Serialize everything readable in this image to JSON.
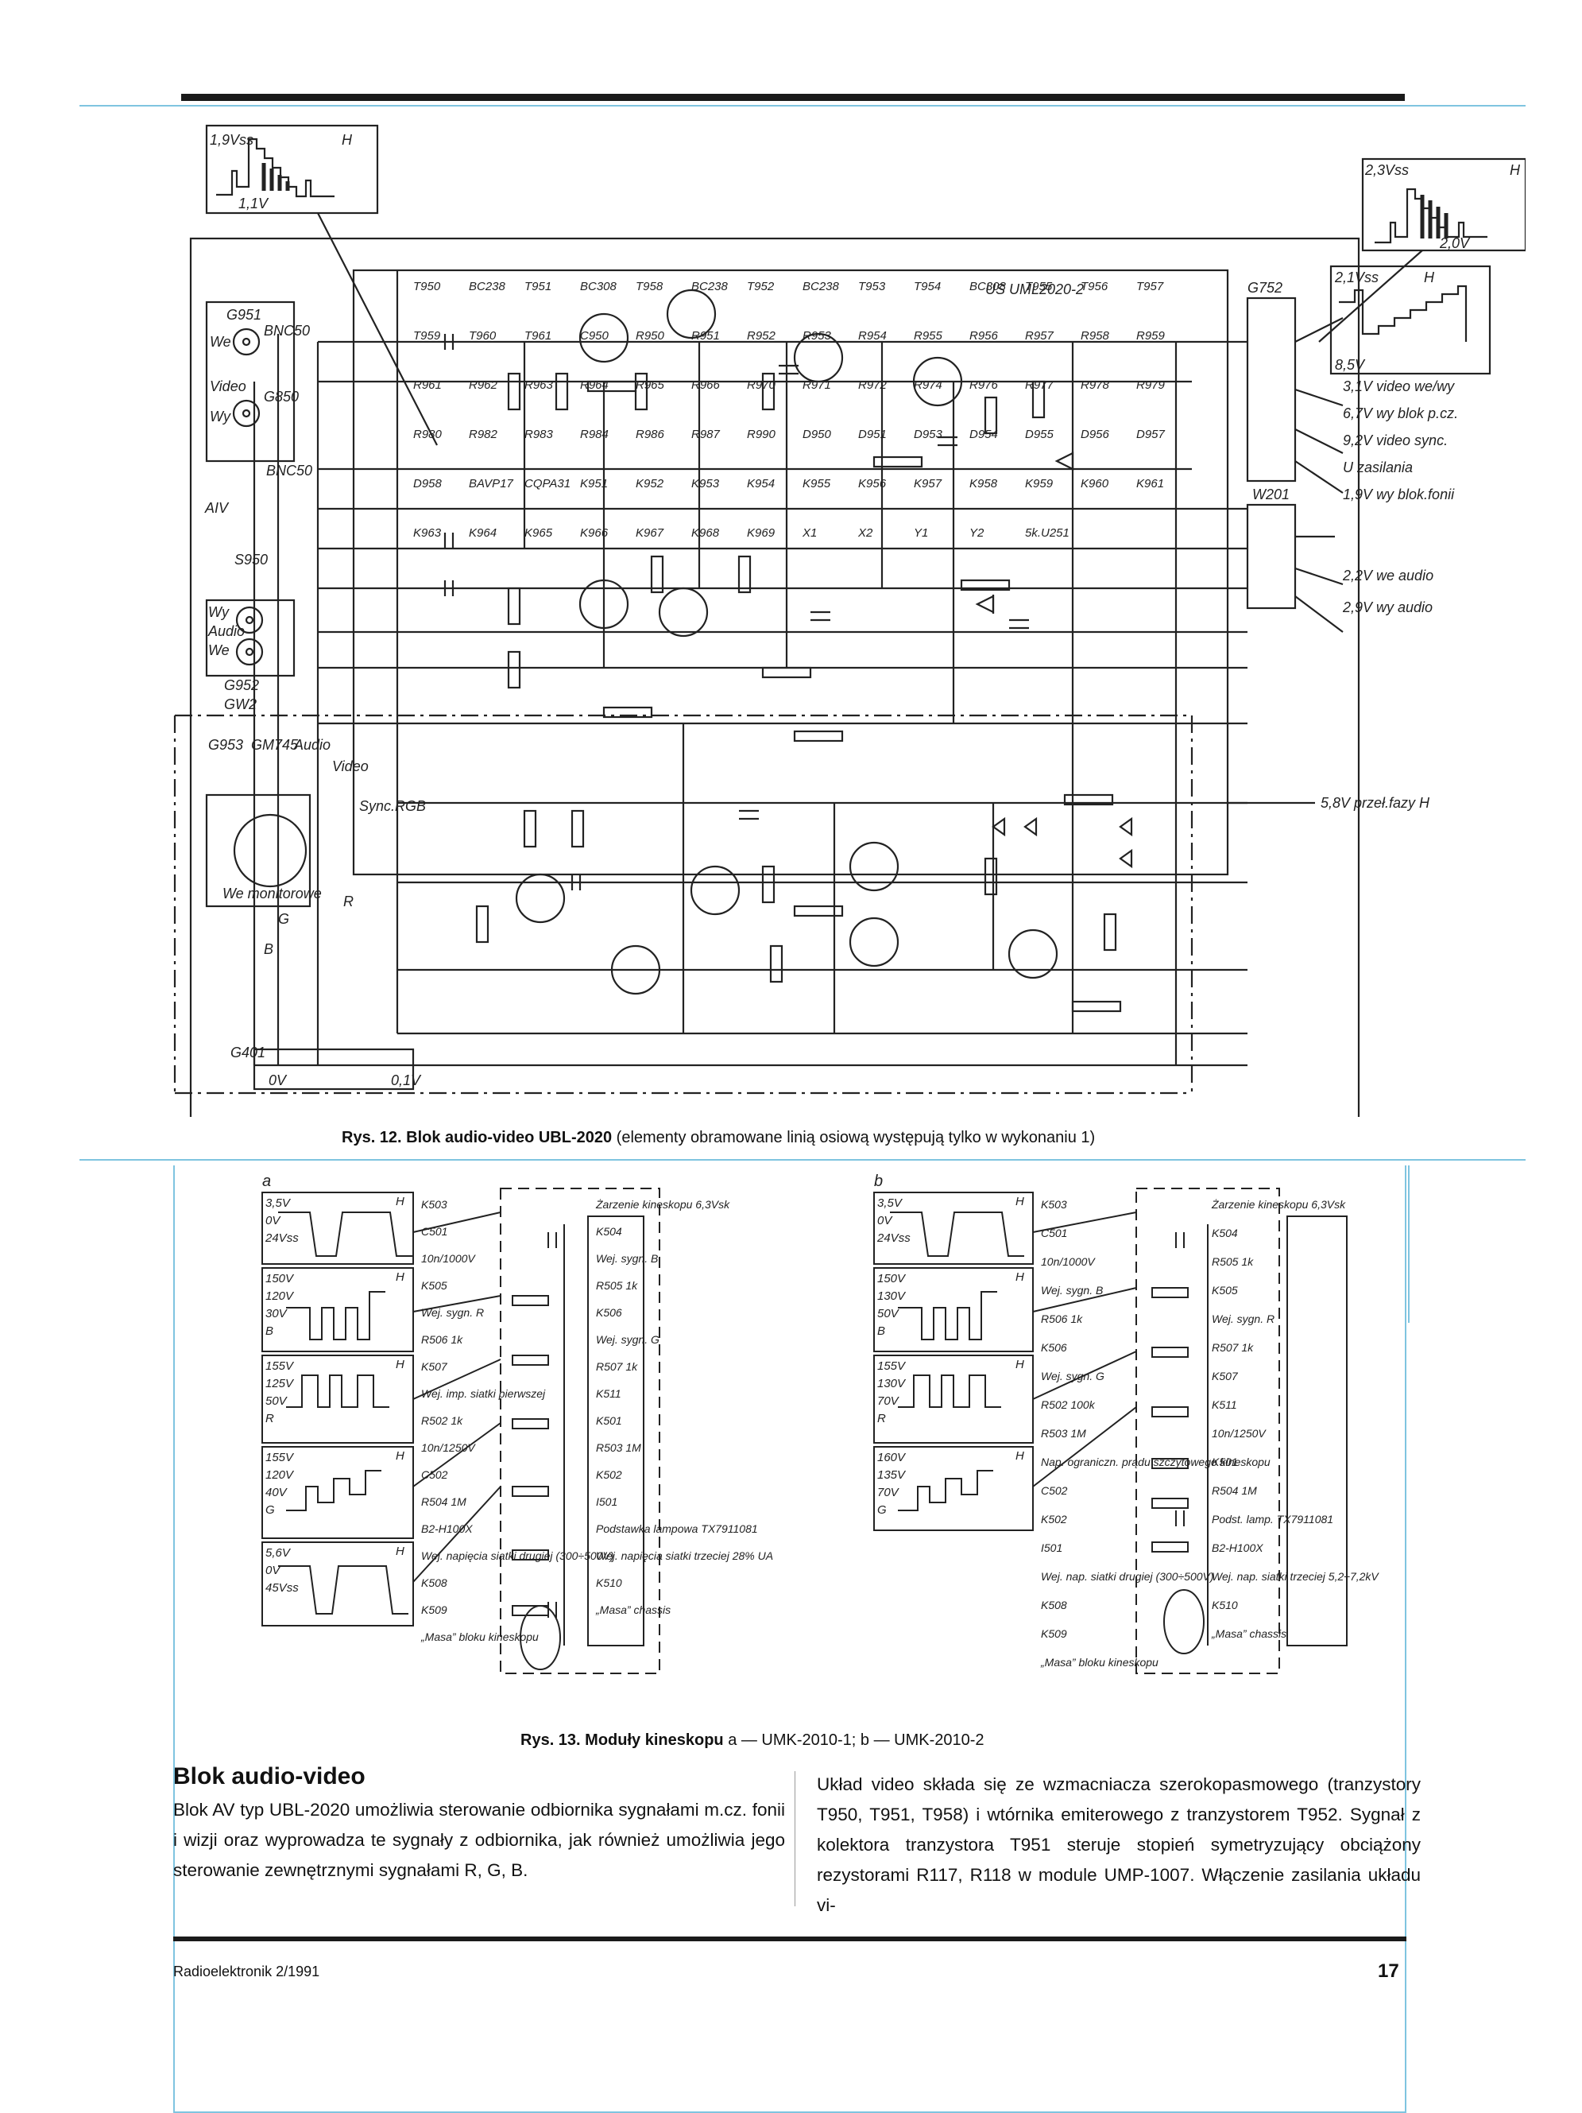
{
  "figures": {
    "fig12": {
      "module_label": "US UML2020-2",
      "waveforms": [
        {
          "labels": [
            "1,9Vss",
            "H",
            "1,1V"
          ]
        },
        {
          "labels": [
            "2,3Vss",
            "H",
            "2,0V"
          ]
        },
        {
          "labels": [
            "2,1Vss",
            "H",
            "8,5V"
          ]
        }
      ],
      "connector_labels": [
        "G951",
        "We",
        "BNC50",
        "Video",
        "G850",
        "Wy",
        "BNC50",
        "AIV",
        "S950",
        "Wy",
        "Audio",
        "We",
        "G952",
        "GW2",
        "G953",
        "GM745",
        "Audio",
        "Video",
        "Sync.RGB",
        "We monitorowe",
        "G",
        "R",
        "B",
        "G401",
        "0V",
        "0,1V",
        "G752",
        "W201"
      ],
      "output_labels": [
        "3,1V video we/wy",
        "6,7V wy blok p.cz.",
        "9,2V video sync.",
        "U zasilania",
        "1,9V wy blok.fonii",
        "2,2V we audio",
        "2,9V wy audio",
        "5,8V przeł.fazy H"
      ],
      "component_labels": [
        "T950",
        "BC238",
        "T951",
        "BC308",
        "T958",
        "BC238",
        "T952",
        "BC238",
        "T953",
        "T954",
        "BC308",
        "T955",
        "T956",
        "T957",
        "T959",
        "T960",
        "T961",
        "C950",
        "R950",
        "R951",
        "R952",
        "R953",
        "R954",
        "R955",
        "R956",
        "R957",
        "R958",
        "R959",
        "R961",
        "R962",
        "R963",
        "R964",
        "R965",
        "R966",
        "R970",
        "R971",
        "R972",
        "R974",
        "R976",
        "R977",
        "R978",
        "R979",
        "R980",
        "R982",
        "R983",
        "R984",
        "R986",
        "R987",
        "R990",
        "D950",
        "D951",
        "D953",
        "D954",
        "D955",
        "D956",
        "D957",
        "D958",
        "BAVP17",
        "CQPA31",
        "K951",
        "K952",
        "K953",
        "K954",
        "K955",
        "K956",
        "K957",
        "K958",
        "K959",
        "K960",
        "K961",
        "K963",
        "K964",
        "K965",
        "K966",
        "K967",
        "K968",
        "K969",
        "X1",
        "X2",
        "Y1",
        "Y2",
        "5k.U251"
      ],
      "caption_bold": "Rys. 12. Blok audio-video UBL-2020",
      "caption_rest": "(elementy obramowane linią osiową występują tylko w wykonaniu 1)"
    },
    "fig13": {
      "panel_a": {
        "letter": "a",
        "waveforms": [
          {
            "labels": [
              "3,5V",
              "0V",
              "24Vss",
              "H"
            ]
          },
          {
            "labels": [
              "150V",
              "120V",
              "30V",
              "B",
              "H"
            ]
          },
          {
            "labels": [
              "155V",
              "125V",
              "50V",
              "R",
              "H"
            ]
          },
          {
            "labels": [
              "155V",
              "120V",
              "40V",
              "G",
              "H"
            ]
          },
          {
            "labels": [
              "5,6V",
              "0V",
              "45Vss",
              "H"
            ]
          }
        ],
        "labels": [
          "K503",
          "Żarzenie kineskopu 6,3Vsk",
          "C501",
          "K504",
          "10n/1000V",
          "Wej. sygn. B",
          "K505",
          "R505 1k",
          "Wej. sygn. R",
          "K506",
          "R506 1k",
          "Wej. sygn. G",
          "K507",
          "R507 1k",
          "Wej. imp. siatki pierwszej",
          "K511",
          "R502 1k",
          "K501",
          "10n/1250V",
          "R503 1M",
          "C502",
          "K502",
          "R504 1M",
          "I501",
          "B2-H100X",
          "Podstawka lampowa TX7911081",
          "Wej. napięcia siatki drugiej (300÷500V)",
          "Wej. napięcia siatki trzeciej 28% UA",
          "K508",
          "K510",
          "K509",
          "„Masa” chassis",
          "„Masa” bloku kineskopu"
        ]
      },
      "panel_b": {
        "letter": "b",
        "waveforms": [
          {
            "labels": [
              "3,5V",
              "0V",
              "24Vss",
              "H"
            ]
          },
          {
            "labels": [
              "150V",
              "130V",
              "50V",
              "B",
              "H"
            ]
          },
          {
            "labels": [
              "155V",
              "130V",
              "70V",
              "R",
              "H"
            ]
          },
          {
            "labels": [
              "160V",
              "135V",
              "70V",
              "G",
              "H"
            ]
          }
        ],
        "labels": [
          "K503",
          "Żarzenie kineskopu 6,3Vsk",
          "C501",
          "K504",
          "10n/1000V",
          "R505 1k",
          "Wej. sygn. B",
          "K505",
          "R506 1k",
          "Wej. sygn. R",
          "K506",
          "R507 1k",
          "Wej. sygn. G",
          "K507",
          "R502 100k",
          "K511",
          "R503 1M",
          "10n/1250V",
          "Nap. ograniczn. prądu szczytowego kineskopu",
          "K501",
          "C502",
          "R504 1M",
          "K502",
          "Podst. lamp. TX7911081",
          "I501",
          "B2-H100X",
          "Wej. nap. siatki drugiej (300÷500V)",
          "Wej. nap. siatki trzeciej 5,2÷7,2kV",
          "K508",
          "K510",
          "K509",
          "„Masa” chassis",
          "„Masa” bloku kineskopu"
        ]
      },
      "caption_bold": "Rys. 13. Moduły kineskopu",
      "caption_rest": "a — UMK-2010-1; b — UMK-2010-2"
    }
  },
  "article": {
    "heading": "Blok audio-video",
    "left_text": "Blok AV typ UBL-2020 umożliwia sterowanie odbiornika sygnałami m.cz. fonii i wizji oraz wyprowadza te sygnały z odbiornika, jak również umożliwia jego sterowanie zewnętrznymi sygnałami R, G, B.",
    "right_text": "Układ video składa się ze wzmacniacza szerokopasmowego (tranzystory T950, T951, T958) i wtórnika emiterowego z tranzystorem T952. Sygnał z kolektora tranzystora T951 steruje stopień symetryzujący obciążony rezystorami R117, R118 w module UMP-1007. Włączenie zasilania układu vi-"
  },
  "footer": {
    "journal": "Radioelektronik 2/1991",
    "page_number": "17"
  }
}
